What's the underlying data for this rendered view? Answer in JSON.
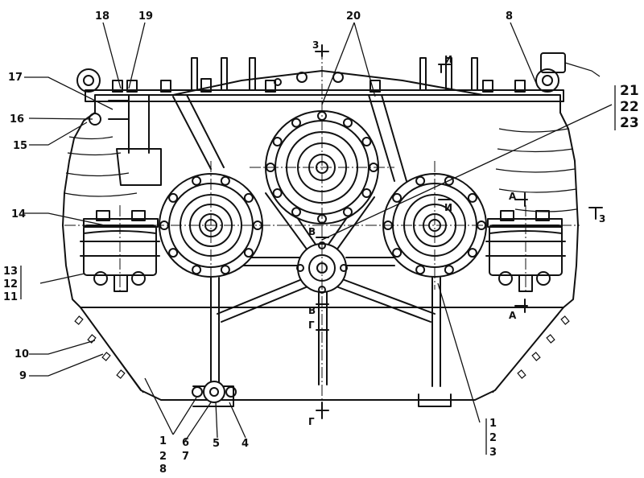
{
  "labels": {
    "l1": "1",
    "l2": "2",
    "l3": "3",
    "l4": "4",
    "l5": "5",
    "l6": "6",
    "l7": "7",
    "l8": "8",
    "l9": "9",
    "l10": "10",
    "l11": "11",
    "l12": "12",
    "l13": "13",
    "l14": "14",
    "l15": "15",
    "l16": "16",
    "l17": "17",
    "l18": "18",
    "l19": "19",
    "l20": "20",
    "l21": "21",
    "l22": "22",
    "l23": "23",
    "bl1": "1",
    "bl2": "2",
    "bl3": "3",
    "bl8": "8",
    "top8": "8"
  },
  "sections": {
    "s3a": "3",
    "s3b": "3",
    "sIa": "И",
    "sIb": "И",
    "sAa": "А",
    "sAb": "А",
    "sVa": "В",
    "sVb": "В",
    "sGa": "Г",
    "sGb": "Г"
  }
}
